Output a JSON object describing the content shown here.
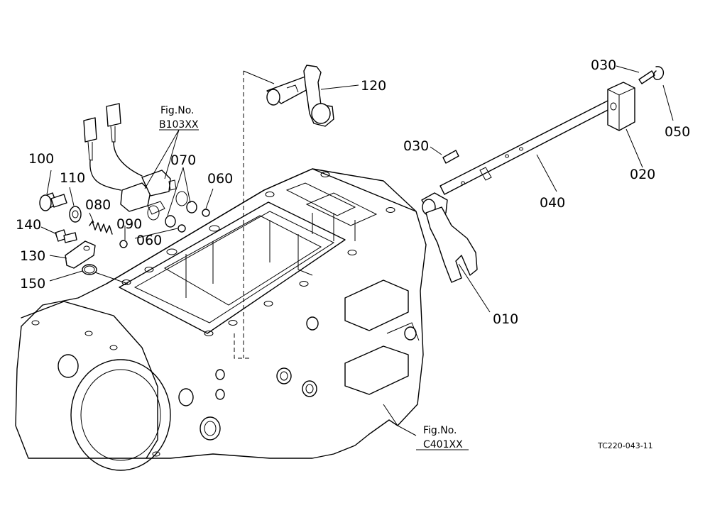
{
  "parts": {
    "p010": "010",
    "p020": "020",
    "p030a": "030",
    "p030b": "030",
    "p040": "040",
    "p050": "050",
    "p060a": "060",
    "p060b": "060",
    "p070": "070",
    "p080": "080",
    "p090": "090",
    "p100": "100",
    "p110": "110",
    "p120": "120",
    "p130": "130",
    "p140": "140",
    "p150": "150"
  },
  "references": {
    "ref1_line1": "Fig.No.",
    "ref1_line2": "B103XX",
    "ref2_line1": "Fig.No.",
    "ref2_line2": "C401XX"
  },
  "drawing_code": "TC220-043-11"
}
